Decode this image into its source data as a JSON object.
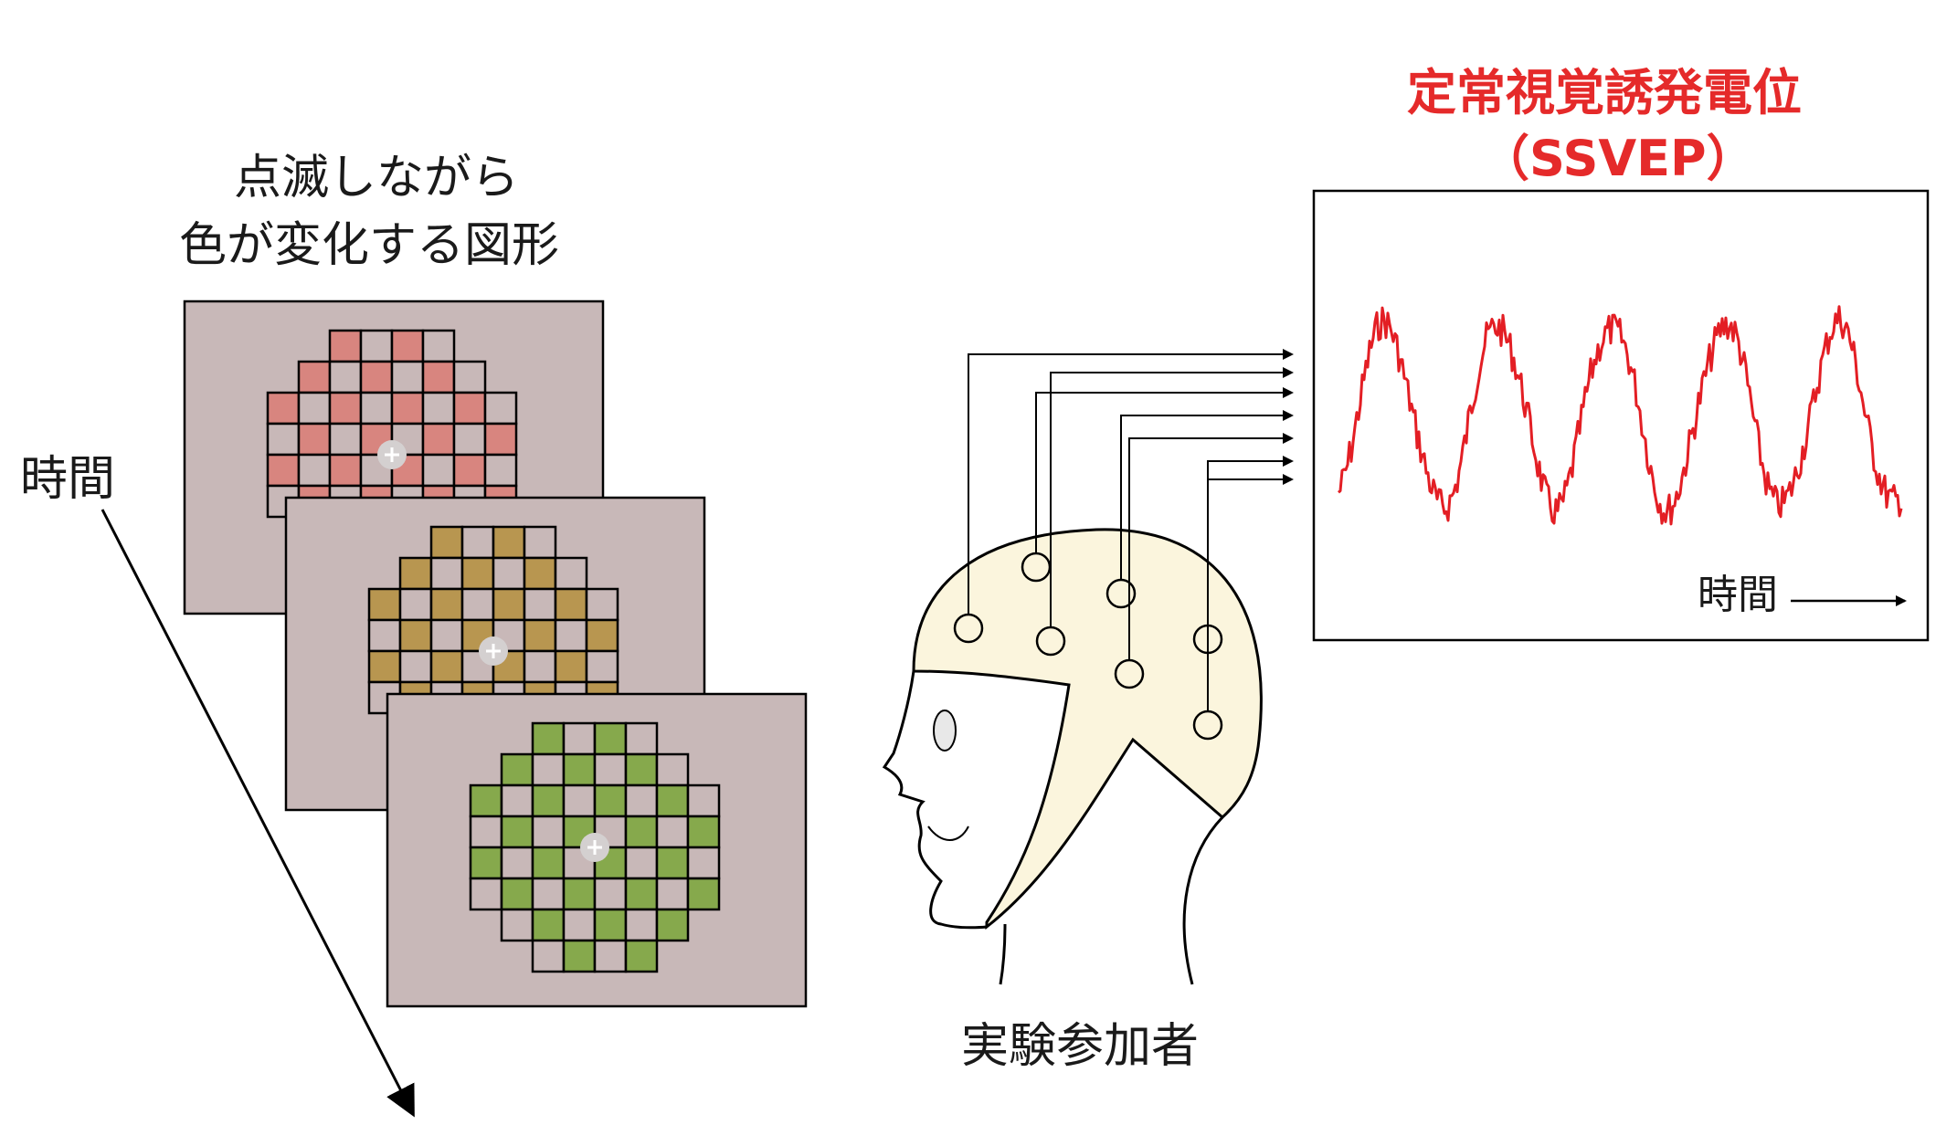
{
  "stimulus": {
    "title_line1": "点滅しながら",
    "title_line2": "色が変化する図形",
    "frame_bg": "#c8b8b8",
    "cell_base": "#c8b8b8",
    "frames": [
      {
        "name": "frame-red",
        "accent": "#d8857f"
      },
      {
        "name": "frame-gold",
        "accent": "#b89650"
      },
      {
        "name": "frame-green",
        "accent": "#86a94c"
      }
    ]
  },
  "time_axis": {
    "label": "時間"
  },
  "participant": {
    "label": "実験参加者",
    "cap_color": "#fbf5dd"
  },
  "ssvep": {
    "title_line1": "定常視覚誘発電位",
    "title_line2": "（SSVEP）",
    "title_color": "#e52a2a",
    "time_label": "時間",
    "wave_color": "#e31e24"
  }
}
